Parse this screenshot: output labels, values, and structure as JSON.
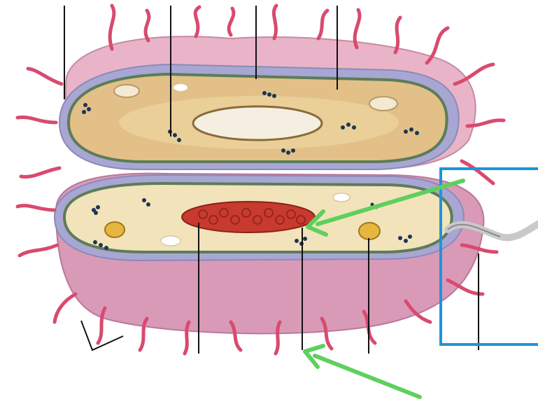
{
  "image": {
    "subject": "bacterial-cell-cross-section",
    "label_text": []
  },
  "colors": {
    "background": "#ffffff",
    "capsule": "#e8a6bf",
    "capsule_dark": "#c07898",
    "cell_wall": "#9fa0c8",
    "membrane": "#5c7c58",
    "cytoplasm": "#e4c48a",
    "cytoplasm_light": "#f6ecc8",
    "pili": "#d94a6e",
    "nucleoid": "#c83a2e",
    "ribosome": "#1d3557",
    "granule": "#e6b640",
    "plasmid_ring": "#aab7ff",
    "leader_line": "#111111",
    "highlight_box": "#1b95dc",
    "arrow": "#5dd05d",
    "flagellum": "#c9c9c9"
  },
  "callouts": {
    "highlight_box_target": "flagellum-base",
    "arrow_targets": [
      "nucleoid",
      "nucleoid-leader-line"
    ]
  }
}
